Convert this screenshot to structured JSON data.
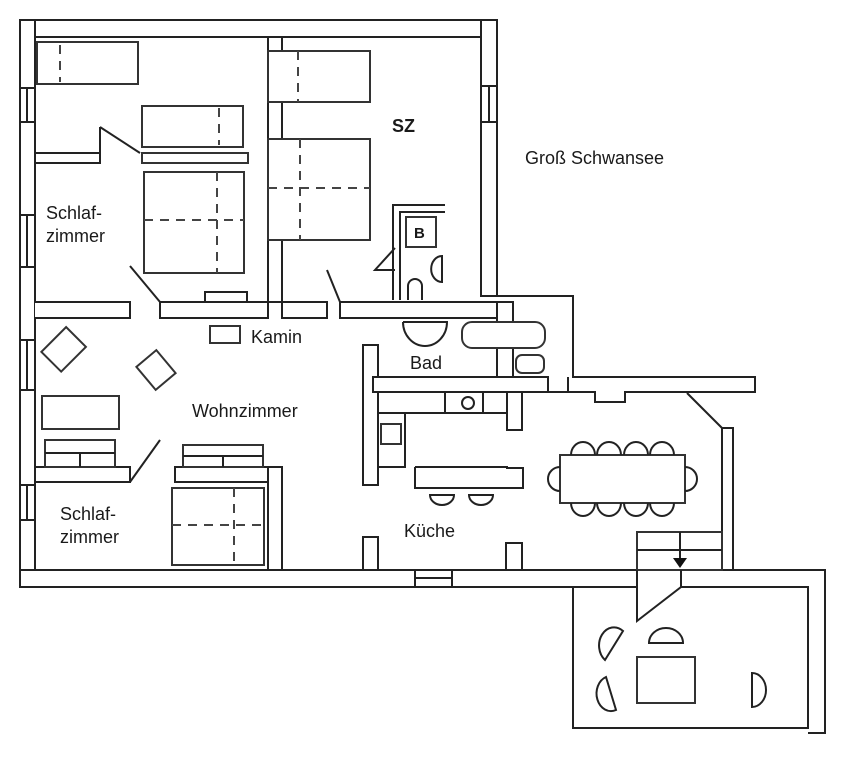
{
  "title": "Groß Schwansee",
  "rooms": {
    "bedroom1_line1": "Schlaf-",
    "bedroom1_line2": "zimmer",
    "sz": "SZ",
    "b": "B",
    "kamin": "Kamin",
    "bad": "Bad",
    "wohnzimmer": "Wohnzimmer",
    "bedroom2_line1": "Schlaf-",
    "bedroom2_line2": "zimmer",
    "kueche": "Küche"
  },
  "colors": {
    "line": "#222222",
    "background": "#ffffff"
  }
}
